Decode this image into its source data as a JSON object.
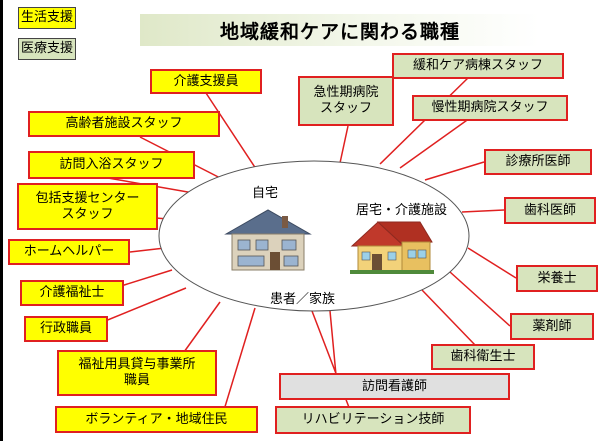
{
  "title": "地域緩和ケアに関わる職種",
  "legend": {
    "life": "生活支援",
    "medical": "医療支援"
  },
  "center": {
    "home": "自宅",
    "facility": "居宅・介護施設",
    "patient": "患者／家族"
  },
  "roles": {
    "care_support": "介護支援員",
    "acute_hospital": "急性期病院\nスタッフ",
    "palliative_ward": "緩和ケア病棟スタッフ",
    "chronic_hospital": "慢性期病院スタッフ",
    "elderly_facility": "高齢者施設スタッフ",
    "bath_service": "訪問入浴スタッフ",
    "clinic_doctor": "診療所医師",
    "support_center": "包括支援センター\nスタッフ",
    "dentist": "歯科医師",
    "home_helper": "ホームヘルパー",
    "nutritionist": "栄養士",
    "care_worker": "介護福祉士",
    "pharmacist": "薬剤師",
    "admin_staff": "行政職員",
    "dental_hygienist": "歯科衛生士",
    "welfare_rental": "福祉用具貸与事業所\n職員",
    "visiting_nurse": "訪問看護師",
    "volunteer": "ボランティア・地域住民",
    "rehab": "リハビリテーション技師"
  },
  "colors": {
    "life": "#ffff00",
    "medical": "#d7e4bd",
    "border": "#e02020",
    "visiting_nurse": "#e0e0e0"
  }
}
